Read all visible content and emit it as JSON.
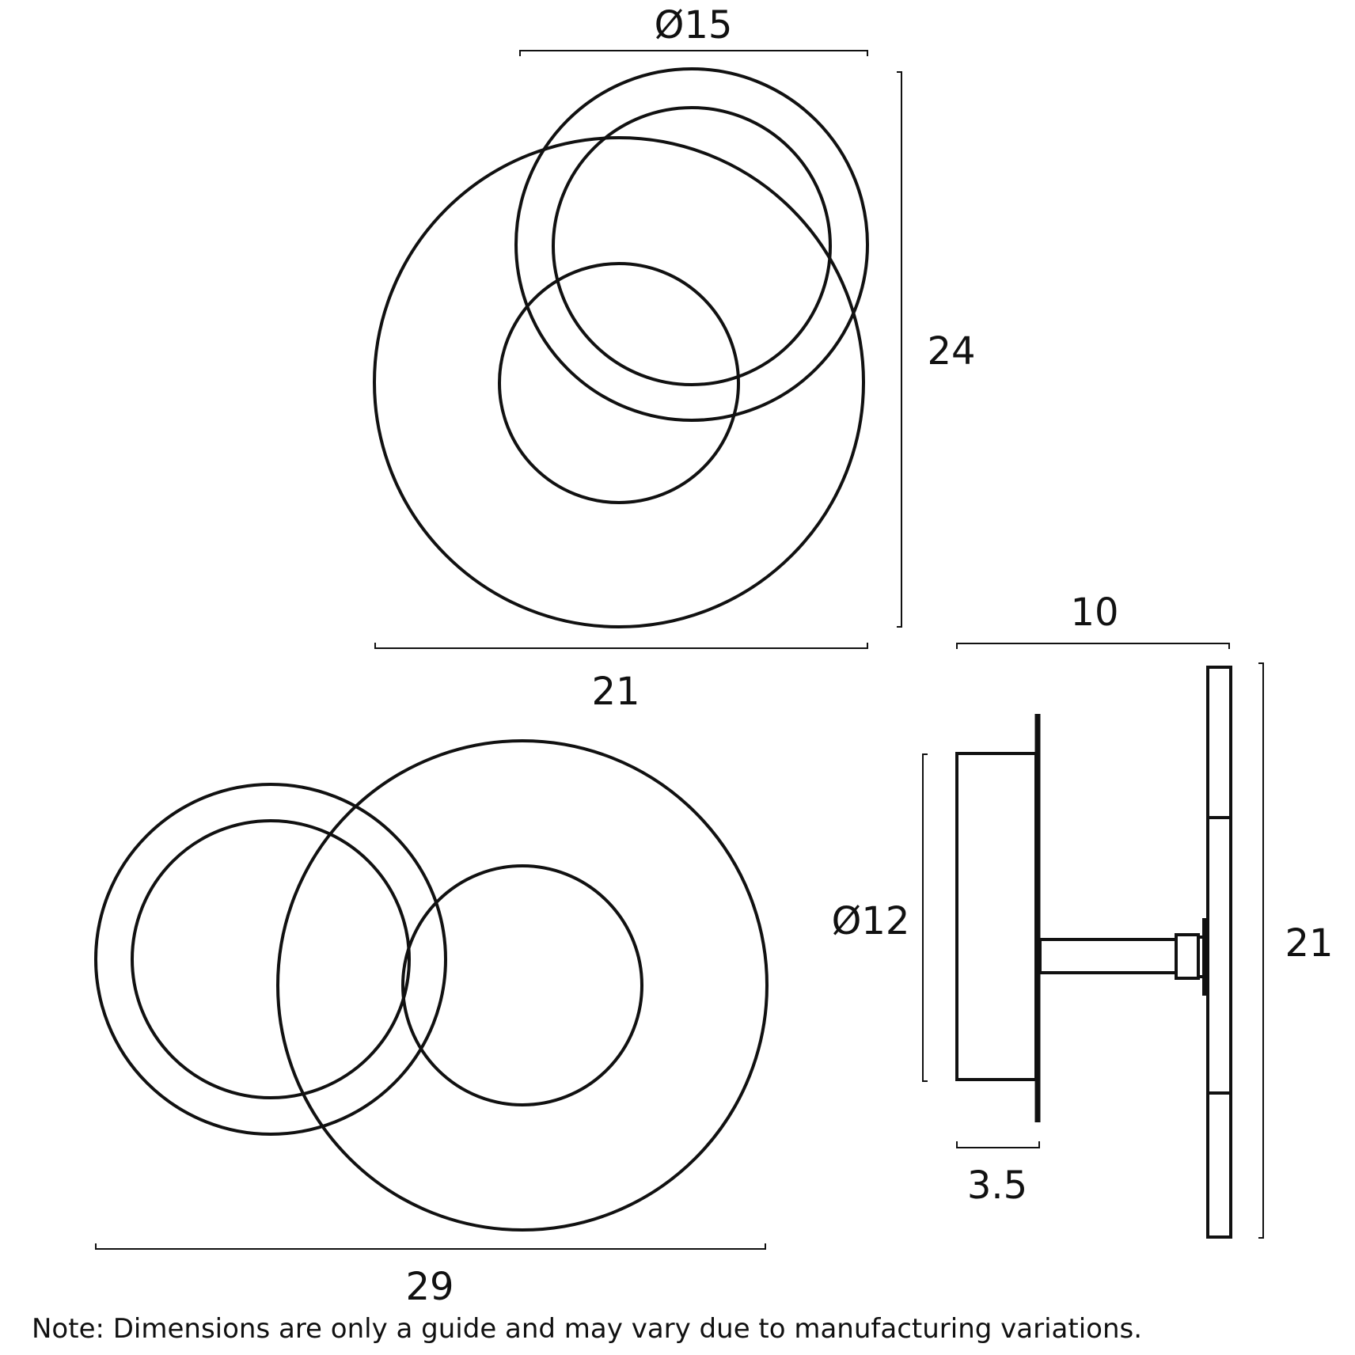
{
  "dimensions": {
    "top_diameter": "Ø15",
    "top_height": "24",
    "top_width": "21",
    "side_depth": "10",
    "side_base_diameter": "Ø12",
    "side_height": "21",
    "side_base_depth": "3.5",
    "bottom_width": "29"
  },
  "note": "Note: Dimensions are only a guide and may vary due to manufacturing variations.",
  "colors": {
    "line": "#111111",
    "background": "#ffffff"
  }
}
